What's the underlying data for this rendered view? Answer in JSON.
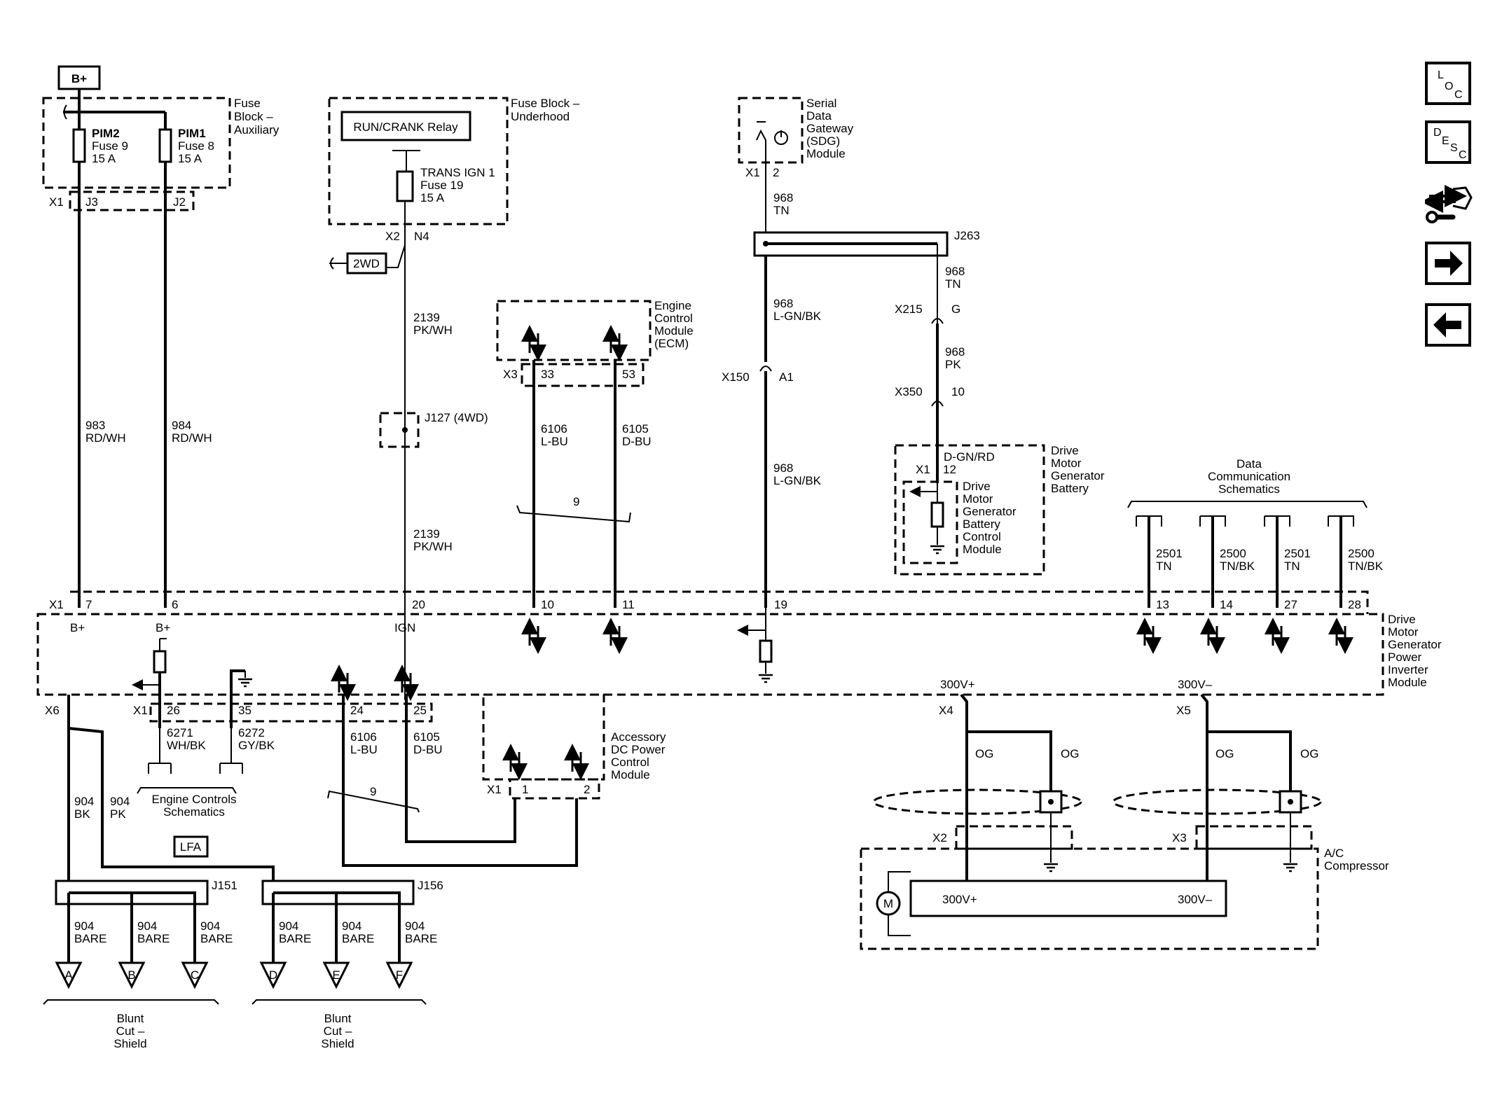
{
  "power": {
    "bplus": "B+"
  },
  "fuse_aux": {
    "title": [
      "Fuse",
      "Block –",
      "Auxiliary"
    ],
    "pim2": [
      "PIM2",
      "Fuse 9",
      "15 A"
    ],
    "pim1": [
      "PIM1",
      "Fuse 8",
      "15 A"
    ],
    "conn": "X1",
    "j3": "J3",
    "j2": "J2"
  },
  "fuse_under": {
    "title": [
      "Fuse Block –",
      "Underhood"
    ],
    "relay": "RUN/CRANK Relay",
    "fuse": [
      "TRANS IGN 1",
      "Fuse 19",
      "15 A"
    ],
    "x2": "X2",
    "n4": "N4",
    "twowd": "2WD"
  },
  "sdg": {
    "title": [
      "Serial",
      "Data",
      "Gateway",
      "(SDG)",
      "Module"
    ],
    "x1": "X1",
    "pin": "2",
    "wire": [
      "968",
      "TN"
    ]
  },
  "splice": {
    "j263": "J263",
    "w_tn": [
      "968",
      "TN"
    ],
    "x215": "X215",
    "g": "G",
    "w_pk": [
      "968",
      "PK"
    ],
    "x350": "X350",
    "p10": "10",
    "w_lgn1": [
      "968",
      "L-GN/BK"
    ],
    "x150": "X150",
    "a1": "A1",
    "w_lgn2": [
      "968",
      "L-GN/BK"
    ],
    "j127": "J127 (4WD)"
  },
  "ign_wire": {
    "w1": [
      "2139",
      "PK/WH"
    ],
    "w2": [
      "2139",
      "PK/WH"
    ]
  },
  "ecm": {
    "title": [
      "Engine",
      "Control",
      "Module",
      "(ECM)"
    ],
    "x3": "X3",
    "p33": "33",
    "p53": "53",
    "w6106": [
      "6106",
      "L-BU"
    ],
    "w6105": [
      "6105",
      "D-BU"
    ],
    "twist": "9"
  },
  "battery": {
    "title": [
      "Drive",
      "Motor",
      "Generator",
      "Battery"
    ],
    "wire": "D-GN/RD",
    "x1": "X1",
    "p12": "12",
    "inner": [
      "Drive",
      "Motor",
      "Generator",
      "Battery",
      "Control",
      "Module"
    ]
  },
  "datacomm": {
    "title": [
      "Data",
      "Communication",
      "Schematics"
    ],
    "wires": [
      [
        "2501",
        "TN"
      ],
      [
        "2500",
        "TN/BK"
      ],
      [
        "2501",
        "TN"
      ],
      [
        "2500",
        "TN/BK"
      ]
    ]
  },
  "aux_wires": {
    "w983": [
      "983",
      "RD/WH"
    ],
    "w984": [
      "984",
      "RD/WH"
    ]
  },
  "inverter": {
    "title": [
      "Drive",
      "Motor",
      "Generator",
      "Power",
      "Inverter",
      "Module"
    ],
    "x1_top": "X1",
    "pins_top": [
      "7",
      "6",
      "20",
      "10",
      "11",
      "19",
      "13",
      "14",
      "27",
      "28"
    ],
    "bplus_a": "B+",
    "bplus_b": "B+",
    "ign": "IGN",
    "x6": "X6",
    "x1_bot": "X1",
    "pins_bot": [
      "26",
      "35",
      "24",
      "25"
    ],
    "hv_pos": "300V+",
    "hv_neg": "300V–",
    "x4": "X4",
    "x5": "X5"
  },
  "lower_left": {
    "w6271": [
      "6271",
      "WH/BK"
    ],
    "w6272": [
      "6272",
      "GY/BK"
    ],
    "engine_schem": [
      "Engine Controls",
      "Schematics"
    ],
    "w904bk": [
      "904",
      "BK"
    ],
    "w904pk": [
      "904",
      "PK"
    ],
    "lfa": "LFA",
    "w6106": [
      "6106",
      "L-BU"
    ],
    "w6105": [
      "6105",
      "D-BU"
    ],
    "twist": "9"
  },
  "apm": {
    "title": [
      "Accessory",
      "DC Power",
      "Control",
      "Module"
    ],
    "x1": "X1",
    "p1": "1",
    "p2": "2"
  },
  "grounds": {
    "j151": "J151",
    "j156": "J156",
    "bare": [
      "904",
      "BARE"
    ],
    "letters": [
      "A",
      "B",
      "C",
      "D",
      "E",
      "F"
    ],
    "shield": [
      "Blunt",
      "Cut –",
      "Shield"
    ]
  },
  "ac": {
    "og": "OG",
    "x2": "X2",
    "x3": "X3",
    "title": [
      "A/C",
      "Compressor"
    ],
    "pos": "300V+",
    "neg": "300V–",
    "motor": "M"
  },
  "nav": {
    "loc": [
      "L",
      "O",
      "C"
    ],
    "desc": [
      "D",
      "E",
      "S",
      "C"
    ]
  }
}
